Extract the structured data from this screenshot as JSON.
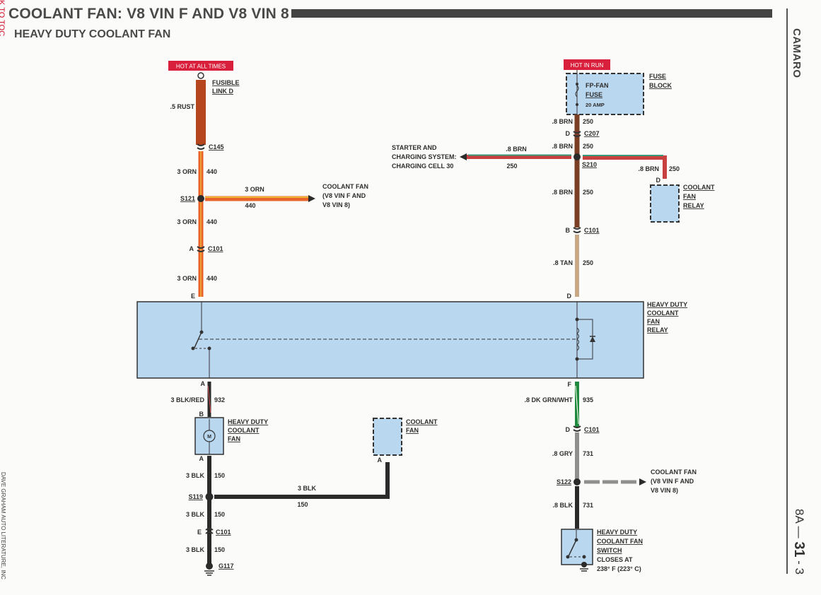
{
  "page": {
    "title": "COOLANT FAN: V8 VIN F AND V8 VIN 8",
    "subtitle": "HEAVY DUTY COOLANT FAN",
    "side_label": "CAMARO",
    "page_number_prefix": "8A — ",
    "page_number_main": "31",
    "page_number_suffix": " - 3",
    "back_link": "K TO TOC",
    "credit": "DAVE GRAHAM AUTO LITERATURE, INC"
  },
  "colors": {
    "hot_badge": "#d81f3c",
    "component_fill": "#b9d7ef",
    "rust": "#b5461e",
    "orange": "#e8622a",
    "brown": "#7a3e25",
    "tan": "#c8a886",
    "black": "#2b2b2b",
    "dk_green": "#1f8a3e",
    "gray": "#8f8f8f"
  },
  "left_circuit": {
    "power_badge": "HOT AT ALL TIMES",
    "fusible_link": [
      "FUSIBLE",
      "LINK D"
    ],
    "fusible_wire": ".5 RUST",
    "c145": "C145",
    "wire_a_color": "3 ORN",
    "wire_a_circuit": "440",
    "s121": "S121",
    "branch_color": "3 ORN",
    "branch_circuit": "440",
    "branch_dest": [
      "COOLANT FAN",
      "(V8 VIN F AND",
      "V8 VIN 8)"
    ],
    "wire_b_color": "3 ORN",
    "wire_b_circuit": "440",
    "c101_pin": "A",
    "c101": "C101",
    "wire_c_color": "3 ORN",
    "wire_c_circuit": "440",
    "relay_pin_top": "E",
    "relay_pin_bottom": "A",
    "wire_d_color": "3 BLK/RED",
    "wire_d_circuit": "932",
    "fan_pin_top": "B",
    "fan_label": [
      "HEAVY DUTY",
      "COOLANT",
      "FAN"
    ],
    "motor_symbol": "M",
    "fan_pin_bottom": "A",
    "wire_e_color": "3 BLK",
    "wire_e_circuit": "150",
    "s119": "S119",
    "ground_branch_color": "3 BLK",
    "ground_branch_circuit": "150",
    "wire_f_color": "3 BLK",
    "wire_f_circuit": "150",
    "c101b_pin": "E",
    "c101b": "C101",
    "wire_g_color": "3 BLK",
    "wire_g_circuit": "150",
    "ground": "G117"
  },
  "coolant_fan": {
    "label": [
      "COOLANT",
      "FAN"
    ],
    "pin": "A"
  },
  "right_circuit": {
    "power_badge": "HOT IN RUN",
    "fuse_block": [
      "FUSE",
      "BLOCK"
    ],
    "fuse_name": "FP-FAN",
    "fuse_word": "FUSE",
    "fuse_rating": "20 AMP",
    "wire_a_color": ".8 BRN",
    "wire_a_circuit": "250",
    "c207_pin": "D",
    "c207": "C207",
    "wire_b_color": ".8 BRN",
    "wire_b_circuit": "250",
    "s210": "S210",
    "left_branch_color": ".8 BRN",
    "left_branch_circuit": "250",
    "left_branch_dest": [
      "STARTER AND",
      "CHARGING SYSTEM:",
      "CHARGING CELL 30"
    ],
    "right_branch_color": ".8 BRN",
    "right_branch_circuit": "250",
    "relay_small_pin": "D",
    "relay_small_label": [
      "COOLANT",
      "FAN",
      "RELAY"
    ],
    "wire_c_color": ".8 BRN",
    "wire_c_circuit": "250",
    "c101_pin": "B",
    "c101": "C101",
    "wire_d_color": ".8 TAN",
    "wire_d_circuit": "250",
    "relay_pin_top": "D",
    "relay_pin_bottom": "F",
    "wire_e_color": ".8 DK GRN/WHT",
    "wire_e_circuit": "935",
    "c101b_pin": "D",
    "c101b": "C101",
    "wire_f_color": ".8 GRY",
    "wire_f_circuit": "731",
    "s122": "S122",
    "branch_dest": [
      "COOLANT FAN",
      "(V8 VIN F AND",
      "V8 VIN 8)"
    ],
    "wire_g_color": ".8 BLK",
    "wire_g_circuit": "731",
    "switch_label": [
      "HEAVY DUTY",
      "COOLANT FAN",
      "SWITCH"
    ],
    "switch_note": [
      "CLOSES AT",
      "238° F (223° C)"
    ]
  },
  "main_relay": {
    "label": [
      "HEAVY DUTY",
      "COOLANT",
      "FAN",
      "RELAY"
    ]
  }
}
